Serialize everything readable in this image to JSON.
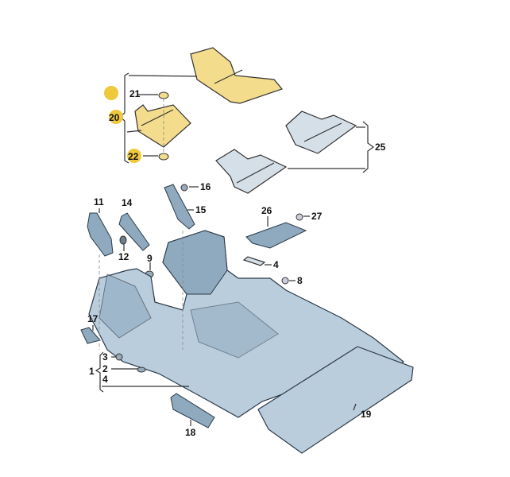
{
  "diagram": {
    "colors": {
      "highlight": "#f0c83c",
      "carpet": "#b9cddd",
      "mat_selected": "#f3dc8c",
      "mat_other": "#d5dfe8"
    },
    "labels": {
      "l20": "20",
      "l21": "21",
      "l22": "22",
      "l25": "25",
      "l16": "16",
      "l15": "15",
      "l11": "11",
      "l14": "14",
      "l26": "26",
      "l27": "27",
      "l12": "12",
      "l9": "9",
      "l4a": "4",
      "l8": "8",
      "l17": "17",
      "l3": "3",
      "l2": "2",
      "l1": "1",
      "l4b": "4",
      "l19": "19",
      "l18": "18"
    }
  }
}
